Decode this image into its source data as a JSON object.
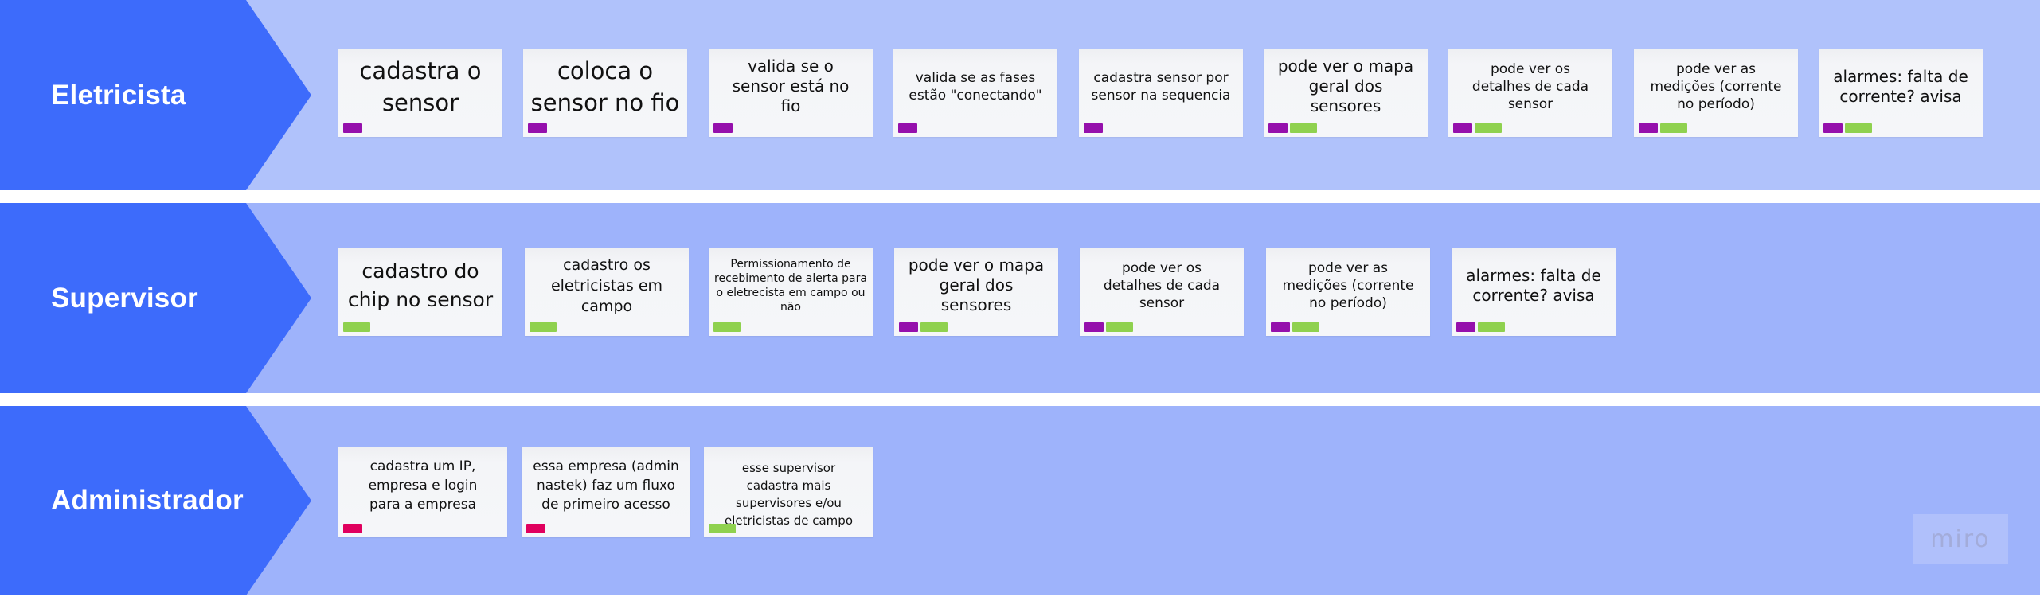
{
  "colors": {
    "lane_header": "#3D6BFB",
    "lane1_bg": "#B0C2FB",
    "lane2_bg": "#9EB3FB",
    "lane3_bg": "#9EB3FB",
    "tag_purple": "#9510AC",
    "tag_green": "#8FD14F",
    "tag_pink": "#E0005E",
    "card_bg": "#F5F6F9"
  },
  "lanes": [
    {
      "label": "Eletricista",
      "cards": [
        {
          "text": "cadastra o sensor",
          "tags": [
            "purple"
          ]
        },
        {
          "text": "coloca o sensor no fio",
          "tags": [
            "purple"
          ]
        },
        {
          "text": "valida se o sensor está no fio",
          "tags": [
            "purple"
          ]
        },
        {
          "text": "valida se as fases estão \"conectando\"",
          "tags": [
            "purple"
          ]
        },
        {
          "text": "cadastra sensor por sensor na sequencia",
          "tags": [
            "purple"
          ]
        },
        {
          "text": "pode ver o mapa geral dos sensores",
          "tags": [
            "purple",
            "green"
          ]
        },
        {
          "text": "pode ver os detalhes de cada sensor",
          "tags": [
            "purple",
            "green"
          ]
        },
        {
          "text": "pode ver as medições (corrente no período)",
          "tags": [
            "purple",
            "green"
          ]
        },
        {
          "text": "alarmes: falta de corrente? avisa",
          "tags": [
            "purple",
            "green"
          ]
        }
      ]
    },
    {
      "label": "Supervisor",
      "cards": [
        {
          "text": "cadastro do chip no sensor",
          "tags": [
            "green"
          ]
        },
        {
          "text": "cadastro os eletricistas em campo",
          "tags": [
            "green"
          ]
        },
        {
          "text": "Permissionamento de recebimento de alerta para o eletrecista em campo ou não",
          "tags": [
            "green"
          ]
        },
        {
          "text": "pode ver o mapa geral dos sensores",
          "tags": [
            "purple",
            "green"
          ]
        },
        {
          "text": "pode ver os detalhes de cada sensor",
          "tags": [
            "purple",
            "green"
          ]
        },
        {
          "text": "pode ver as medições (corrente no período)",
          "tags": [
            "purple",
            "green"
          ]
        },
        {
          "text": "alarmes: falta de corrente? avisa",
          "tags": [
            "purple",
            "green"
          ]
        }
      ]
    },
    {
      "label": "Administrador",
      "cards": [
        {
          "text": "cadastra um IP, empresa e login para a empresa",
          "tags": [
            "pink"
          ]
        },
        {
          "text": "essa empresa (admin nastek) faz um fluxo de primeiro acesso",
          "tags": [
            "pink"
          ]
        },
        {
          "text": "esse supervisor cadastra mais supervisores e/ou eletricistas de campo",
          "tags": [
            "green"
          ]
        }
      ]
    }
  ],
  "watermark": "miro"
}
